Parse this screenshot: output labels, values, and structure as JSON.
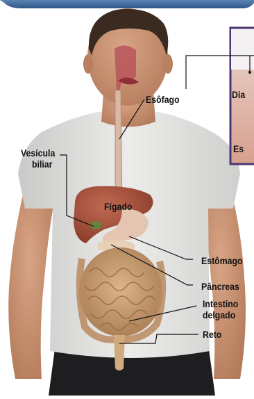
{
  "labels": {
    "esofago": "Esôfago",
    "vesicula_line1": "Vesícula",
    "vesicula_line2": "biliar",
    "figado": "Fígado",
    "estomago": "Estômago",
    "pancreas": "Pâncreas",
    "intestino_line1": "Intestino",
    "intestino_line2": "delgado",
    "reto": "Reto"
  },
  "inset": {
    "label_top": "Dia",
    "label_bottom": "Es"
  },
  "colors": {
    "header_bar": "#3a5f8f",
    "inset_border": "#5a3f7d",
    "shirt": "#e3e3e1",
    "skin": "#c99474",
    "liver": "#a8543f",
    "intestine": "#c9a074"
  }
}
